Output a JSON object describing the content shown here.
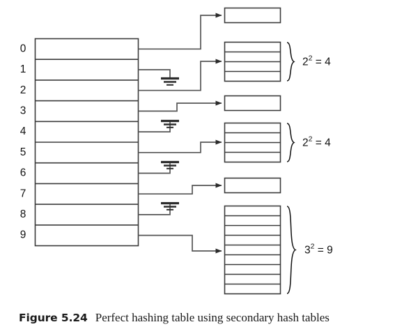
{
  "figure": {
    "caption_label": "Figure 5.24",
    "caption_text": "Perfect hashing table using secondary hash tables",
    "colors": {
      "background": "#ffffff",
      "box_stroke": "#3b3b3b",
      "wire_stroke": "#555555",
      "text": "#111111"
    }
  },
  "primary_table": {
    "name": "primary-hash-table",
    "slot_count": 10,
    "slots": [
      {
        "index": 0,
        "label": "0",
        "target": "secondary-table-1",
        "null": false
      },
      {
        "index": 1,
        "label": "1",
        "target": "ground",
        "null": true
      },
      {
        "index": 2,
        "label": "2",
        "target": "secondary-table-2",
        "null": false
      },
      {
        "index": 3,
        "label": "3",
        "target": "secondary-table-3",
        "null": false
      },
      {
        "index": 4,
        "label": "4",
        "target": "ground",
        "null": true
      },
      {
        "index": 5,
        "label": "5",
        "target": "secondary-table-4",
        "null": false
      },
      {
        "index": 6,
        "label": "6",
        "target": "ground",
        "null": true
      },
      {
        "index": 7,
        "label": "7",
        "target": "secondary-table-5",
        "null": false
      },
      {
        "index": 8,
        "label": "8",
        "target": "ground",
        "null": true
      },
      {
        "index": 9,
        "label": "9",
        "target": "secondary-table-6",
        "null": false
      }
    ]
  },
  "secondary_tables": [
    {
      "id": "secondary-table-1",
      "rows": 1,
      "size_label": null,
      "size_base": null,
      "size_exponent": null,
      "size_result": null
    },
    {
      "id": "secondary-table-2",
      "rows": 4,
      "size_label": "2² = 4",
      "size_base": "2",
      "size_exponent": "2",
      "size_result": " = 4"
    },
    {
      "id": "secondary-table-3",
      "rows": 1,
      "size_label": null,
      "size_base": null,
      "size_exponent": null,
      "size_result": null
    },
    {
      "id": "secondary-table-4",
      "rows": 4,
      "size_label": "2² = 4",
      "size_base": "2",
      "size_exponent": "2",
      "size_result": " = 4"
    },
    {
      "id": "secondary-table-5",
      "rows": 1,
      "size_label": null,
      "size_base": null,
      "size_exponent": null,
      "size_result": null
    },
    {
      "id": "secondary-table-6",
      "rows": 9,
      "size_label": "3² = 9",
      "size_base": "3",
      "size_exponent": "2",
      "size_result": " = 9"
    }
  ],
  "annotations": [
    {
      "id": "brace-1",
      "for": "secondary-table-2",
      "base": "2",
      "exponent": "2",
      "result": " = 4"
    },
    {
      "id": "brace-2",
      "for": "secondary-table-4",
      "base": "2",
      "exponent": "2",
      "result": " = 4"
    },
    {
      "id": "brace-3",
      "for": "secondary-table-6",
      "base": "3",
      "exponent": "2",
      "result": " = 9"
    }
  ]
}
